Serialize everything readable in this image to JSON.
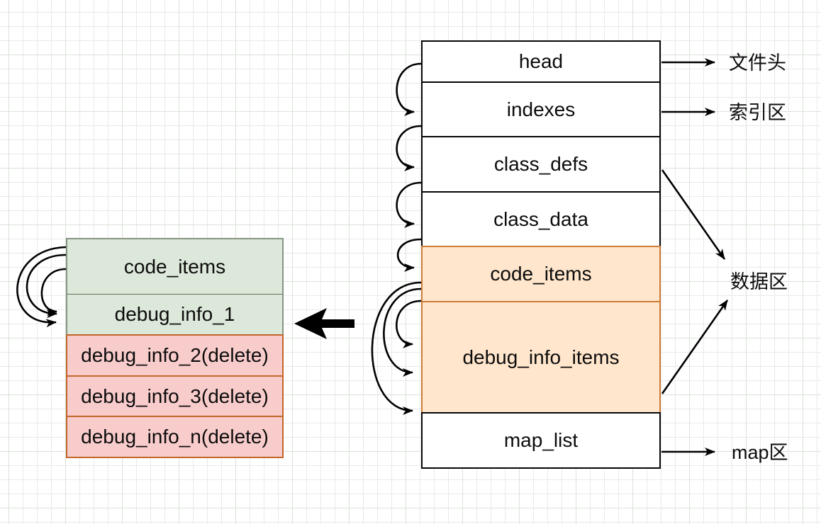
{
  "left_stack": {
    "rows": [
      {
        "label": "code_items",
        "color": "green"
      },
      {
        "label": "debug_info_1",
        "color": "green"
      },
      {
        "label": "debug_info_2(delete)",
        "color": "red"
      },
      {
        "label": "debug_info_3(delete)",
        "color": "red"
      },
      {
        "label": "debug_info_n(delete)",
        "color": "red"
      }
    ]
  },
  "right_stack": {
    "rows": [
      {
        "label": "head",
        "color": "white"
      },
      {
        "label": "indexes",
        "color": "white"
      },
      {
        "label": "class_defs",
        "color": "white"
      },
      {
        "label": "class_data",
        "color": "white"
      },
      {
        "label": "code_items",
        "color": "orange"
      },
      {
        "label": "debug_info_items",
        "color": "orange"
      },
      {
        "label": "map_list",
        "color": "white"
      }
    ]
  },
  "annotations": {
    "file_header": "文件头",
    "index_area": "索引区",
    "data_area": "数据区",
    "map_area": "map区"
  },
  "colors": {
    "orange_fill": "#ffe6cc",
    "orange_border": "#cd7c34",
    "green_fill": "#dce8d9",
    "green_border": "#879383",
    "red_fill": "#f8cccb",
    "red_border": "#c2662a",
    "connector": "#000000",
    "grid_major": "#d9e3d7",
    "grid_minor": "#e9e9ee"
  }
}
